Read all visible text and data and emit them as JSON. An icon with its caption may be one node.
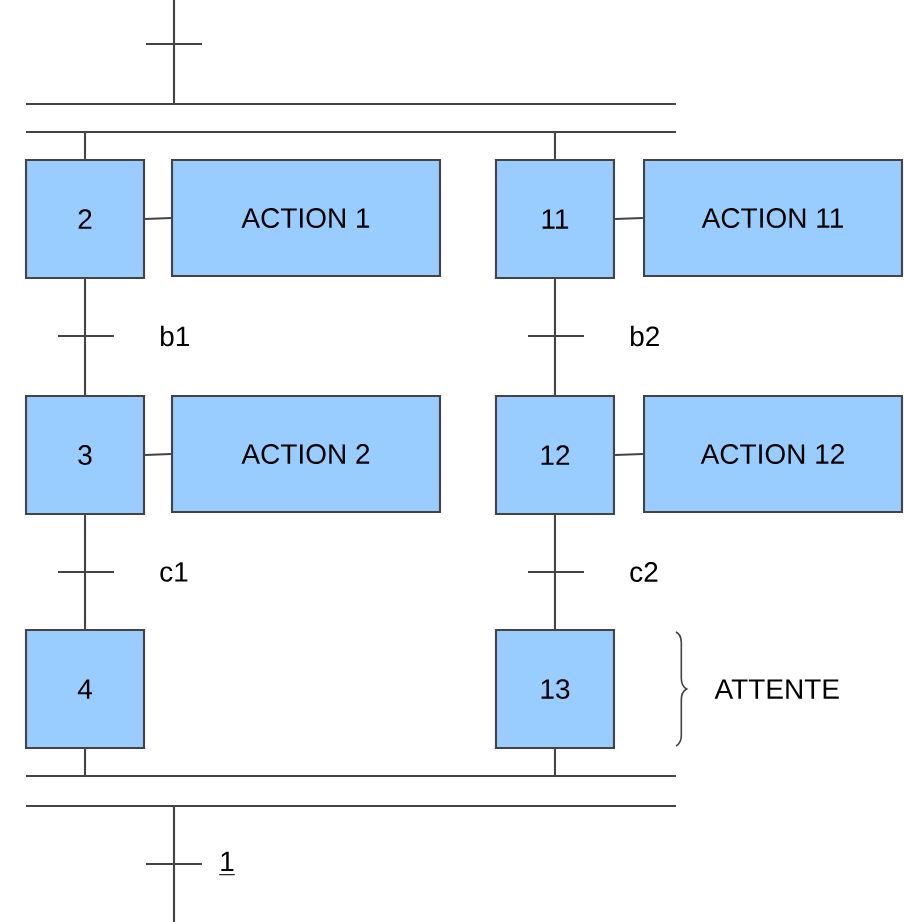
{
  "diagram": {
    "nodes": [
      {
        "text": [],
        "shape": "bar"
      },
      {
        "text": [
          "2"
        ]
      },
      {
        "text": [
          "ACTION 1"
        ]
      },
      {
        "text": [
          "11"
        ]
      },
      {
        "text": [
          "ACTION 11"
        ]
      },
      {
        "text": [
          "3"
        ]
      },
      {
        "text": [
          "ACTION 2"
        ]
      },
      {
        "text": [
          "12"
        ]
      },
      {
        "text": [
          "ACTION 12"
        ]
      },
      {
        "text": [
          "4"
        ]
      },
      {
        "text": [
          "13"
        ],
        "beside": [
          "ATTENTE"
        ]
      },
      {
        "text": [],
        "shape": "bar"
      }
    ],
    "edges": [
      {
        "from": null,
        "to": 0,
        "arrow": "none"
      },
      {
        "from": 0,
        "to": 1,
        "arrow": "none"
      },
      {
        "from": 0,
        "to": 3,
        "arrow": "none"
      },
      {
        "from": 1,
        "to": 2,
        "arrow": "none"
      },
      {
        "from": 3,
        "to": 4,
        "arrow": "none"
      },
      {
        "from": 1,
        "to": 5,
        "arrow": "none",
        "label": "b1"
      },
      {
        "from": 3,
        "to": 7,
        "arrow": "none",
        "label": "b2"
      },
      {
        "from": 5,
        "to": 6,
        "arrow": "none"
      },
      {
        "from": 7,
        "to": 8,
        "arrow": "none"
      },
      {
        "from": 5,
        "to": 9,
        "arrow": "none",
        "label": "c1"
      },
      {
        "from": 7,
        "to": 10,
        "arrow": "none",
        "label": "c2"
      },
      {
        "from": 9,
        "to": 11,
        "arrow": "none"
      },
      {
        "from": 10,
        "to": 11,
        "arrow": "none"
      },
      {
        "from": 11,
        "to": null,
        "arrow": "none",
        "label": "1"
      }
    ]
  }
}
